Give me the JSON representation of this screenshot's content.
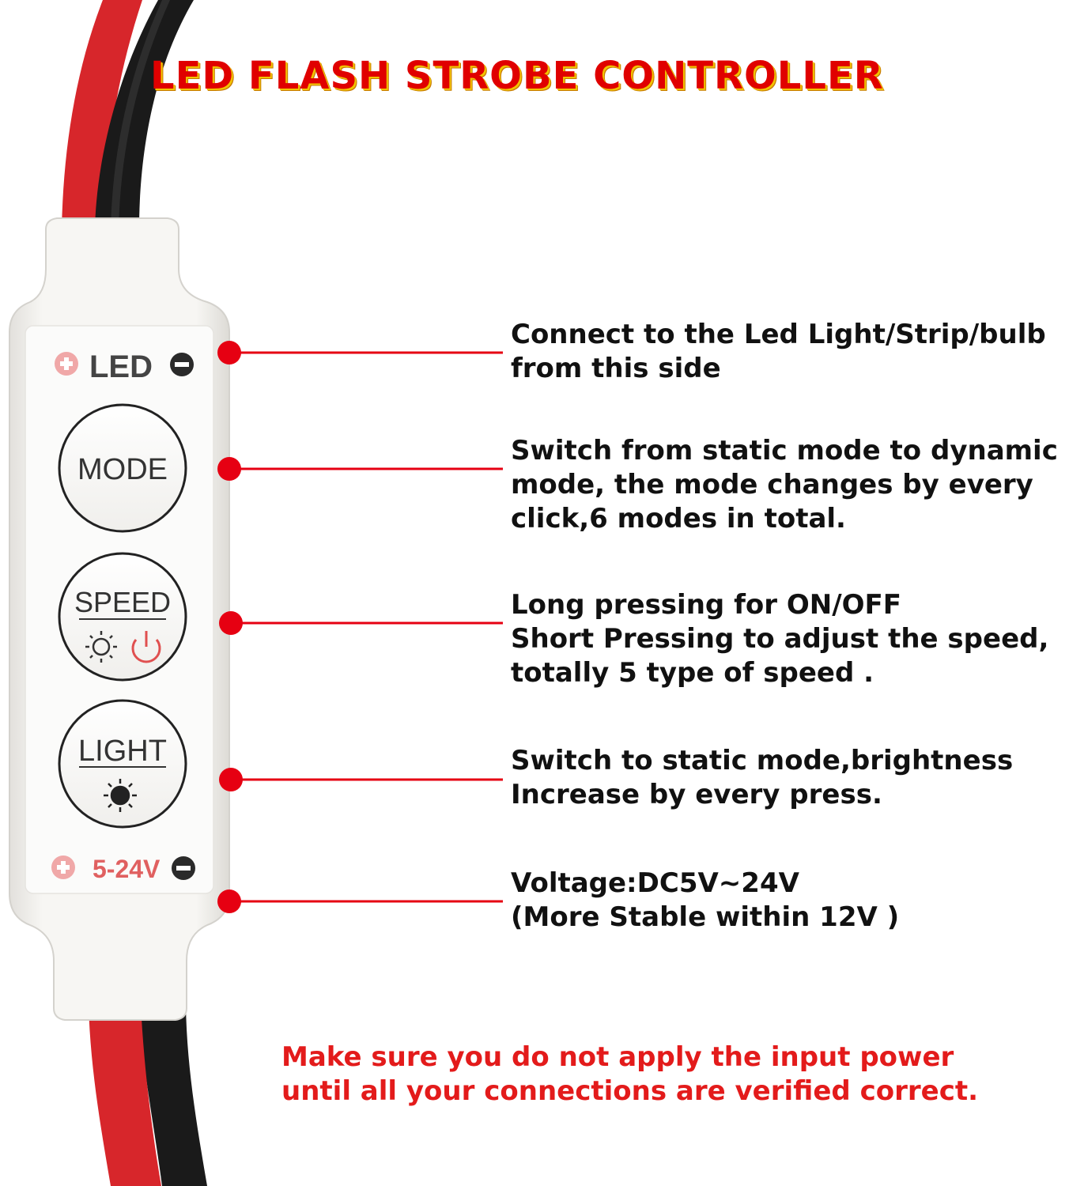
{
  "title": "LED FLASH STROBE CONTROLLER",
  "colors": {
    "title": "#e00000",
    "warning": "#e31b1b",
    "pointer": "#e60012",
    "wire_red": "#d7262b",
    "wire_black": "#1a1a1a",
    "body": "#f4f3f0"
  },
  "device": {
    "led_label": "LED",
    "power_label": "5-24V",
    "buttons": [
      {
        "label": "MODE"
      },
      {
        "label": "SPEED",
        "icons": [
          "sun-icon",
          "power-icon"
        ]
      },
      {
        "label": "LIGHT",
        "icons": [
          "sun-filled-icon"
        ]
      }
    ]
  },
  "callouts": [
    {
      "lines": [
        "Connect to the Led Light/Strip/bulb",
        "from this side"
      ]
    },
    {
      "lines": [
        "Switch from static mode to dynamic",
        "mode, the mode changes by every",
        "click,6 modes in total."
      ]
    },
    {
      "lines": [
        "Long pressing for ON/OFF",
        "Short Pressing to adjust the speed,",
        "totally 5 type of speed ."
      ]
    },
    {
      "lines": [
        "Switch to static mode,brightness",
        "Increase by every press."
      ]
    },
    {
      "lines": [
        "Voltage:DC5V~24V",
        "(More Stable within 12V )"
      ]
    }
  ],
  "warning": {
    "lines": [
      "Make sure you do not apply the input power",
      "until all your connections are verified correct."
    ]
  }
}
